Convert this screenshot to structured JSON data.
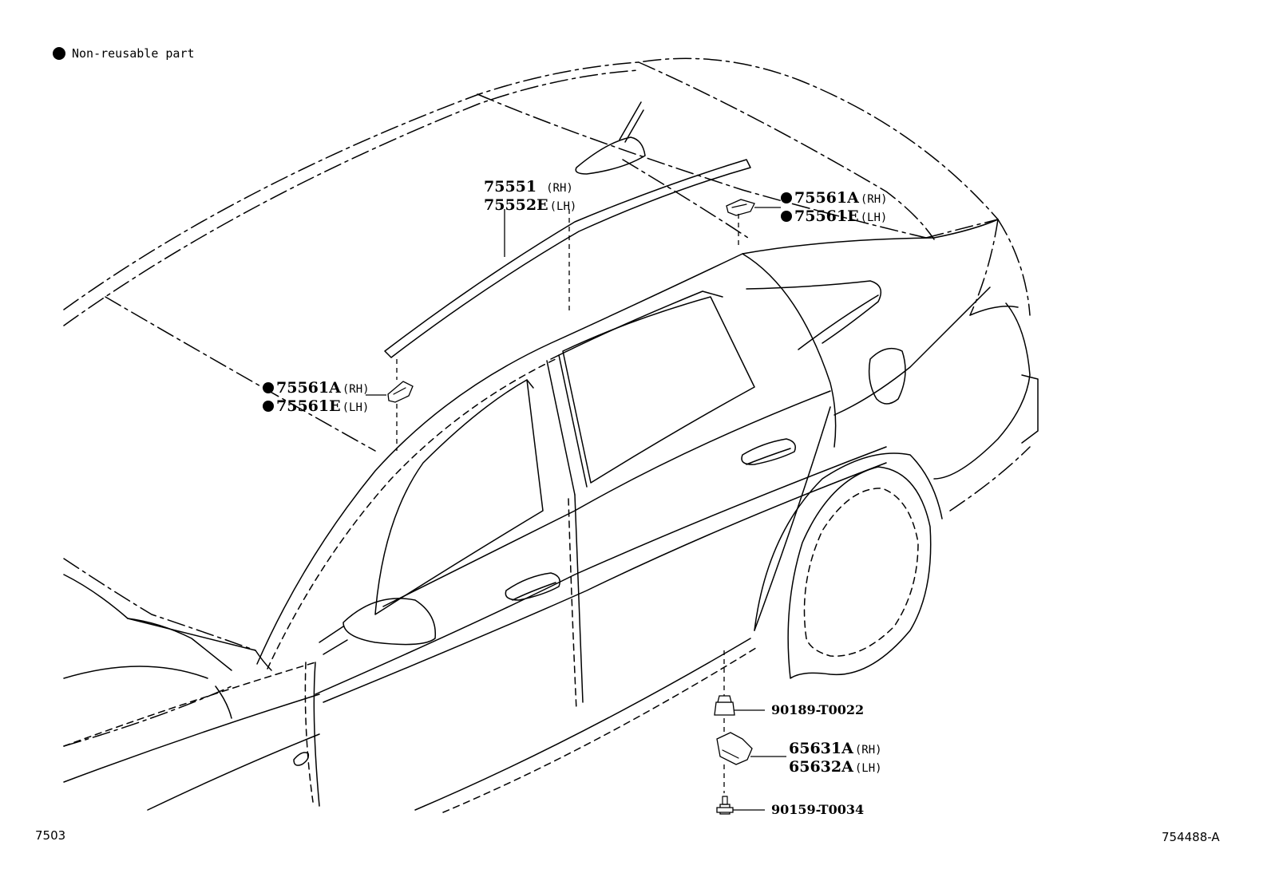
{
  "legend": {
    "marker": "●",
    "text": "Non-reusable part"
  },
  "callouts": {
    "roof_molding": {
      "rh_number": "75551",
      "rh_side": "(RH)",
      "lh_number": "75552E",
      "lh_side": "(LH)"
    },
    "clip_upper": {
      "rh_number": "75561A",
      "rh_side": "(RH)",
      "lh_number": "75561E",
      "lh_side": "(LH)",
      "non_reusable": true
    },
    "clip_lower": {
      "rh_number": "75561A",
      "rh_side": "(RH)",
      "lh_number": "75561E",
      "lh_side": "(LH)",
      "non_reusable": true
    },
    "nut": {
      "number": "90189-T0022"
    },
    "bracket": {
      "rh_number": "65631A",
      "rh_side": "(RH)",
      "lh_number": "65632A",
      "lh_side": "(LH)"
    },
    "screw": {
      "number": "90159-T0034"
    }
  },
  "footer": {
    "group_code": "7503",
    "illustration_code": "754488-A"
  }
}
